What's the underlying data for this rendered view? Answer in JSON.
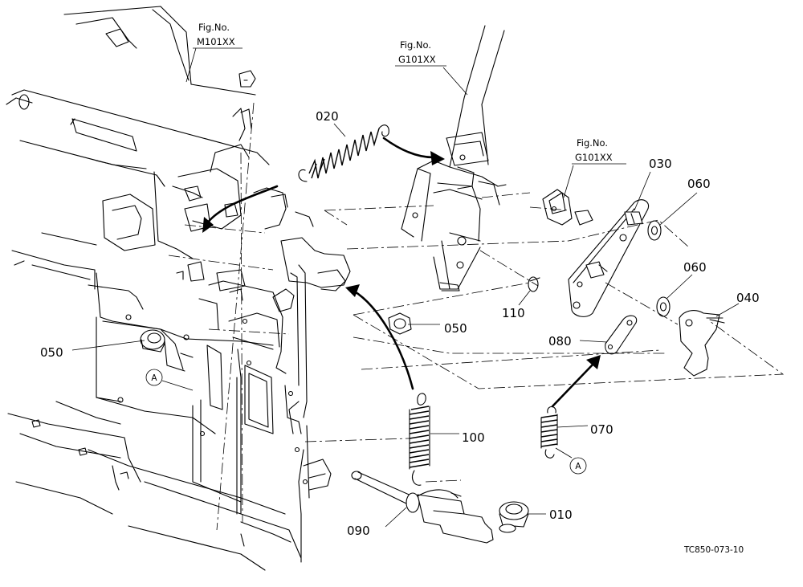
{
  "figure_refs": [
    {
      "id": "fig-m",
      "line1": "Fig.No.",
      "line2": "M101XX"
    },
    {
      "id": "fig-g1",
      "line1": "Fig.No.",
      "line2": "G101XX"
    },
    {
      "id": "fig-g2",
      "line1": "Fig.No.",
      "line2": "G101XX"
    }
  ],
  "parts": {
    "p010": "010",
    "p020": "020",
    "p030": "030",
    "p040": "040",
    "p050a": "050",
    "p050b": "050",
    "p060a": "060",
    "p060b": "060",
    "p070": "070",
    "p080": "080",
    "p090": "090",
    "p100": "100",
    "p110": "110"
  },
  "callouts": {
    "a1": "A",
    "a2": "A"
  },
  "drawing_ref": "TC850-073-10"
}
